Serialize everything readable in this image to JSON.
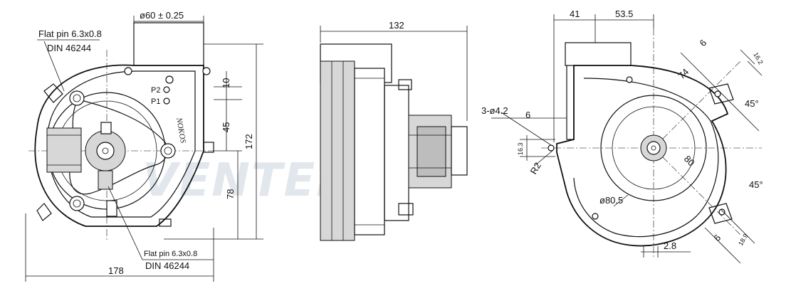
{
  "watermark": "VENTEL",
  "front_view": {
    "dim_diameter_top": "ø60 ± 0.25",
    "flat_pin_top": "Flat pin 6.3x0.8",
    "din_top": "DIN 46244",
    "flat_pin_bottom": "Flat pin 6.3x0.8",
    "din_bottom": "DIN 46244",
    "pin_p2": "P2",
    "pin_p1": "P1",
    "brand": "NOKOS",
    "dim_10": "10",
    "dim_45": "45",
    "dim_172": "172",
    "dim_78": "78",
    "dim_178": "178"
  },
  "side_view": {
    "dim_132": "132"
  },
  "back_view": {
    "dim_41": "41",
    "dim_53_5": "53.5",
    "dim_holes": "3-ø4.2",
    "dim_6_left": "6",
    "dim_16_3": "16.3",
    "dim_r2": "R2",
    "dim_6_top": "6",
    "dim_74": "74",
    "dim_16_2": "16.2",
    "dim_45_top": "45°",
    "dim_80": "80",
    "dim_45_bottom": "45°",
    "dim_80_5": "ø80.5",
    "dim_2_8": "2.8",
    "dim_6_bottom": "6",
    "dim_18_9": "18.9"
  },
  "colors": {
    "ink": "#111111",
    "metal": "#d7d7d7",
    "watermark": "#c9d4de"
  }
}
